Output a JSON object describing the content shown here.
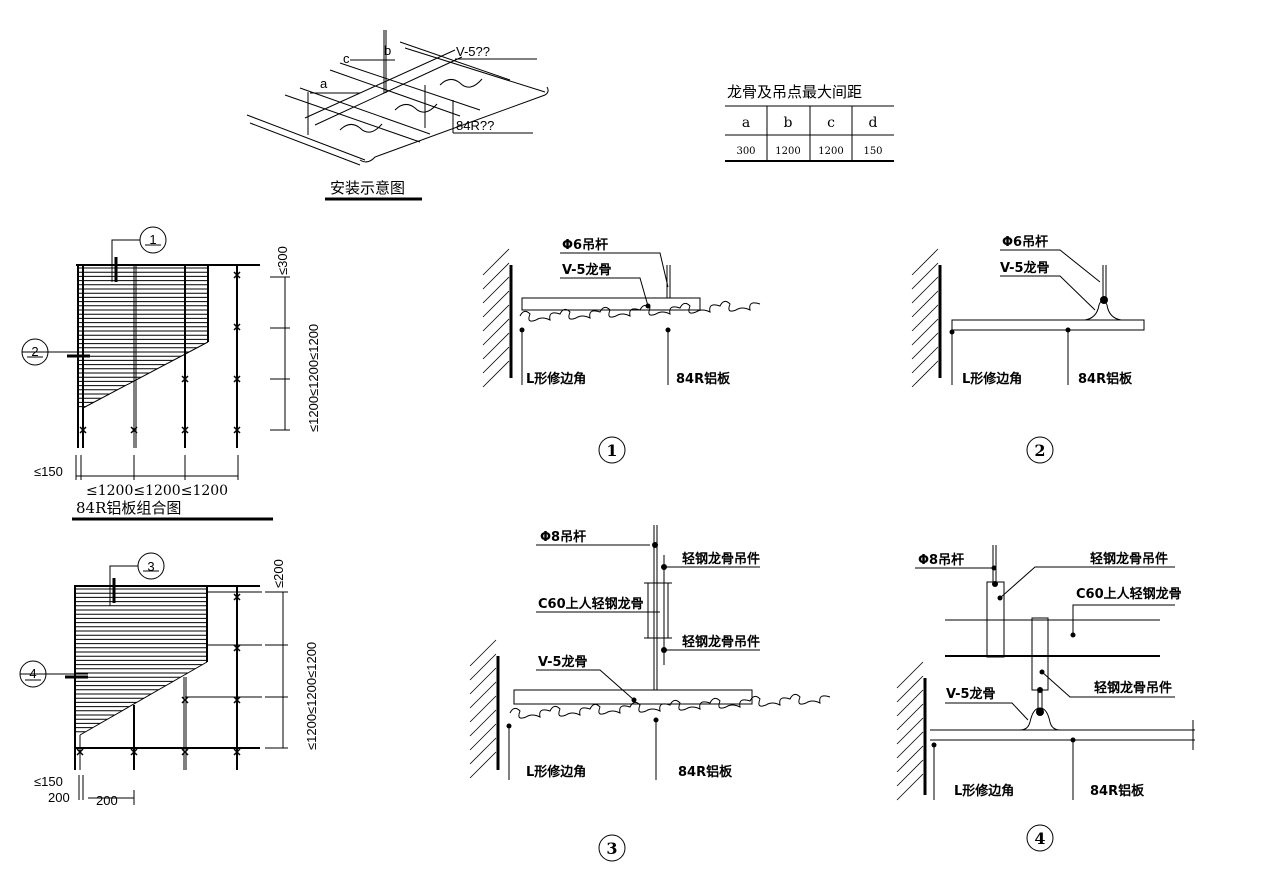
{
  "install": {
    "label_v5": "V-5??",
    "label_84r": "84R??",
    "label_a": "a",
    "label_b": "b",
    "label_c": "c",
    "title": "安装示意图"
  },
  "table": {
    "title": "龙骨及吊点最大间距",
    "headers": [
      "a",
      "b",
      "c",
      "d"
    ],
    "values": [
      "300",
      "1200",
      "1200",
      "150"
    ]
  },
  "plan1": {
    "callouts": [
      "1",
      "2"
    ],
    "dim_top": "≤300",
    "dim_right": "≤1200≤1200≤1200",
    "dim_bottom": "≤150",
    "caption_a": "84R铝板组合图",
    "caption_b": "≤1200≤1200≤1200"
  },
  "plan2": {
    "callouts": [
      "3",
      "4"
    ],
    "dim_top": "≤200",
    "dim_right": "≤1200≤1200≤1200",
    "dim_bottom": "≤150",
    "dim_bottom2": "200",
    "dim_bottom3": "200"
  },
  "detail1": {
    "number": "1",
    "rod": "Φ6吊杆",
    "keel": "V-5龙骨",
    "edge": "L形修边角",
    "panel": "84R铝板"
  },
  "detail2": {
    "number": "2",
    "rod": "Φ6吊杆",
    "keel": "V-5龙骨",
    "edge": "L形修边角",
    "panel": "84R铝板"
  },
  "detail3": {
    "number": "3",
    "rod": "Φ8吊杆",
    "hanger1": "轻钢龙骨吊件",
    "c60": "C60上人轻钢龙骨",
    "hanger2": "轻钢龙骨吊件",
    "keel": "V-5龙骨",
    "edge": "L形修边角",
    "panel": "84R铝板"
  },
  "detail4": {
    "number": "4",
    "rod": "Φ8吊杆",
    "hanger1": "轻钢龙骨吊件",
    "c60": "C60上人轻钢龙骨",
    "hanger2": "轻钢龙骨吊件",
    "keel": "V-5龙骨",
    "edge": "L形修边角",
    "panel": "84R铝板"
  }
}
